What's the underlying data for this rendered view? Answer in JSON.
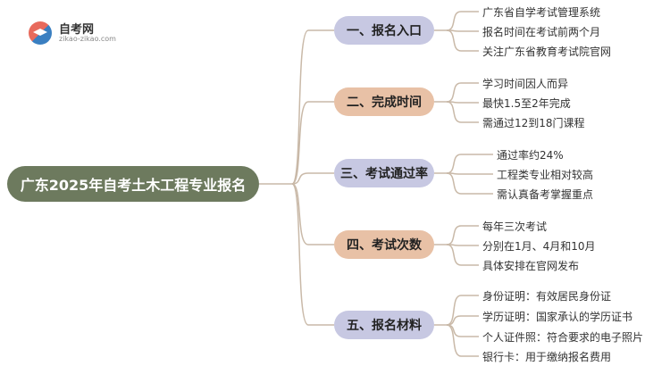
{
  "logo": {
    "name": "自考网",
    "url": "zikao-zikao.com"
  },
  "root": {
    "label": "广东2025年自考土木工程专业报名"
  },
  "colors": {
    "root": "#6d7a5e",
    "line": "#c9b9a8"
  },
  "branches": [
    {
      "label": "一、报名入口",
      "color": "#c7c8e2",
      "items": [
        "广东省自学考试管理系统",
        "报名时间在考试前两个月",
        "关注广东省教育考试院官网"
      ]
    },
    {
      "label": "二、完成时间",
      "color": "#e8c1a6",
      "items": [
        "学习时间因人而异",
        "最快1.5至2年完成",
        "需通过12到18门课程"
      ]
    },
    {
      "label": "三、考试通过率",
      "color": "#c7c8e2",
      "items": [
        "通过率约24%",
        "工程类专业相对较高",
        "需认真备考掌握重点"
      ]
    },
    {
      "label": "四、考试次数",
      "color": "#e8c1a6",
      "items": [
        "每年三次考试",
        "分别在1月、4月和10月",
        "具体安排在官网发布"
      ]
    },
    {
      "label": "五、报名材料",
      "color": "#c7c8e2",
      "items": [
        "身份证明：有效居民身份证",
        "学历证明：国家承认的学历证书",
        "个人证件照：符合要求的电子照片",
        "银行卡：用于缴纳报名费用"
      ]
    }
  ]
}
